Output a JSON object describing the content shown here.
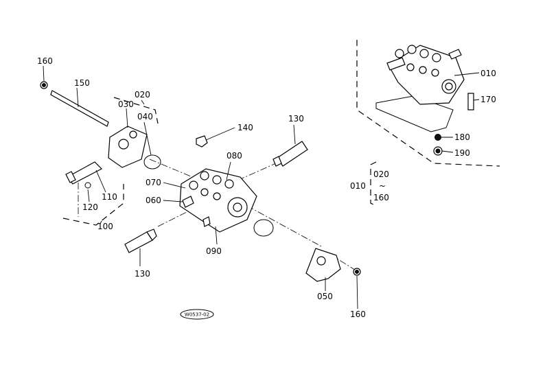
{
  "callouts": {
    "c160a": "160",
    "c150": "150",
    "c020a": "020",
    "c030": "030",
    "c040": "040",
    "c140": "140",
    "c130a": "130",
    "c080": "080",
    "c070": "070",
    "c060": "060",
    "c110": "110",
    "c120": "120",
    "c100": "100",
    "c090": "090",
    "c130b": "130",
    "c050": "050",
    "c160b": "160",
    "c010a": "010",
    "c170": "170",
    "c180": "180",
    "c190": "190",
    "c010b": "010",
    "c020b": "020",
    "c160c": "160"
  },
  "range_marker": "~",
  "reference_code": "W0537-02"
}
